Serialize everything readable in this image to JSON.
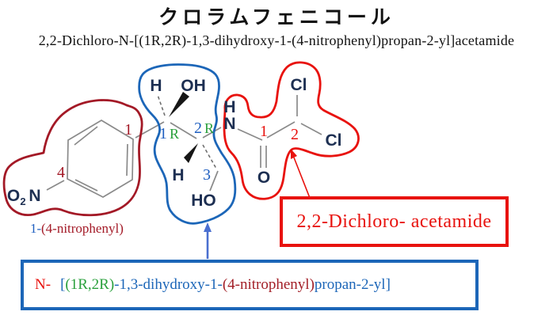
{
  "title": "クロラムフェニコール",
  "subtitle": "2,2-Dichloro-N-[(1R,2R)-1,3-dihydroxy-1-(4-nitrophenyl)propan-2-yl]acetamide",
  "colors": {
    "dark_red": "#a31926",
    "bright_red": "#e8120e",
    "blue": "#1c66b8",
    "green": "#2aa03c",
    "atom_navy": "#1d2f52",
    "bond_gray": "#8a8a8a",
    "arrow_blue": "#4a6fd0"
  },
  "structure": {
    "atoms": {
      "nitro_o": "O",
      "nitro_sub": "2",
      "nitro_n": "N",
      "stereo_h1": "H",
      "hydroxyl": "OH",
      "stereo_h2": "H",
      "hydroxymethyl": "HO",
      "amide_h": "H",
      "amide_n": "N",
      "carbonyl_o": "O",
      "chlorine_top": "Cl",
      "chlorine_right": "Cl"
    },
    "locants": {
      "ring_c1": "1",
      "ring_c4": "4",
      "chain_c1_num": "1",
      "chain_c1_stereo": "R",
      "chain_c2_num": "2",
      "chain_c2_stereo": "R",
      "chain_c3": "3",
      "acetamide_c1": "1",
      "acetamide_c2": "2"
    },
    "caption": {
      "locant": "1-",
      "group": "(4-nitrophenyl)"
    }
  },
  "annotations": {
    "red_box": {
      "label": "2,2-Dichloro- acetamide"
    },
    "blue_box": {
      "segments": [
        {
          "text": "N-"
        },
        {
          "text": "["
        },
        {
          "text": "(1R,2R)"
        },
        {
          "text": "-1,3-dihydroxy-1-"
        },
        {
          "text": "(4-nitrophenyl)"
        },
        {
          "text": "propan-2-yl]"
        }
      ]
    }
  }
}
